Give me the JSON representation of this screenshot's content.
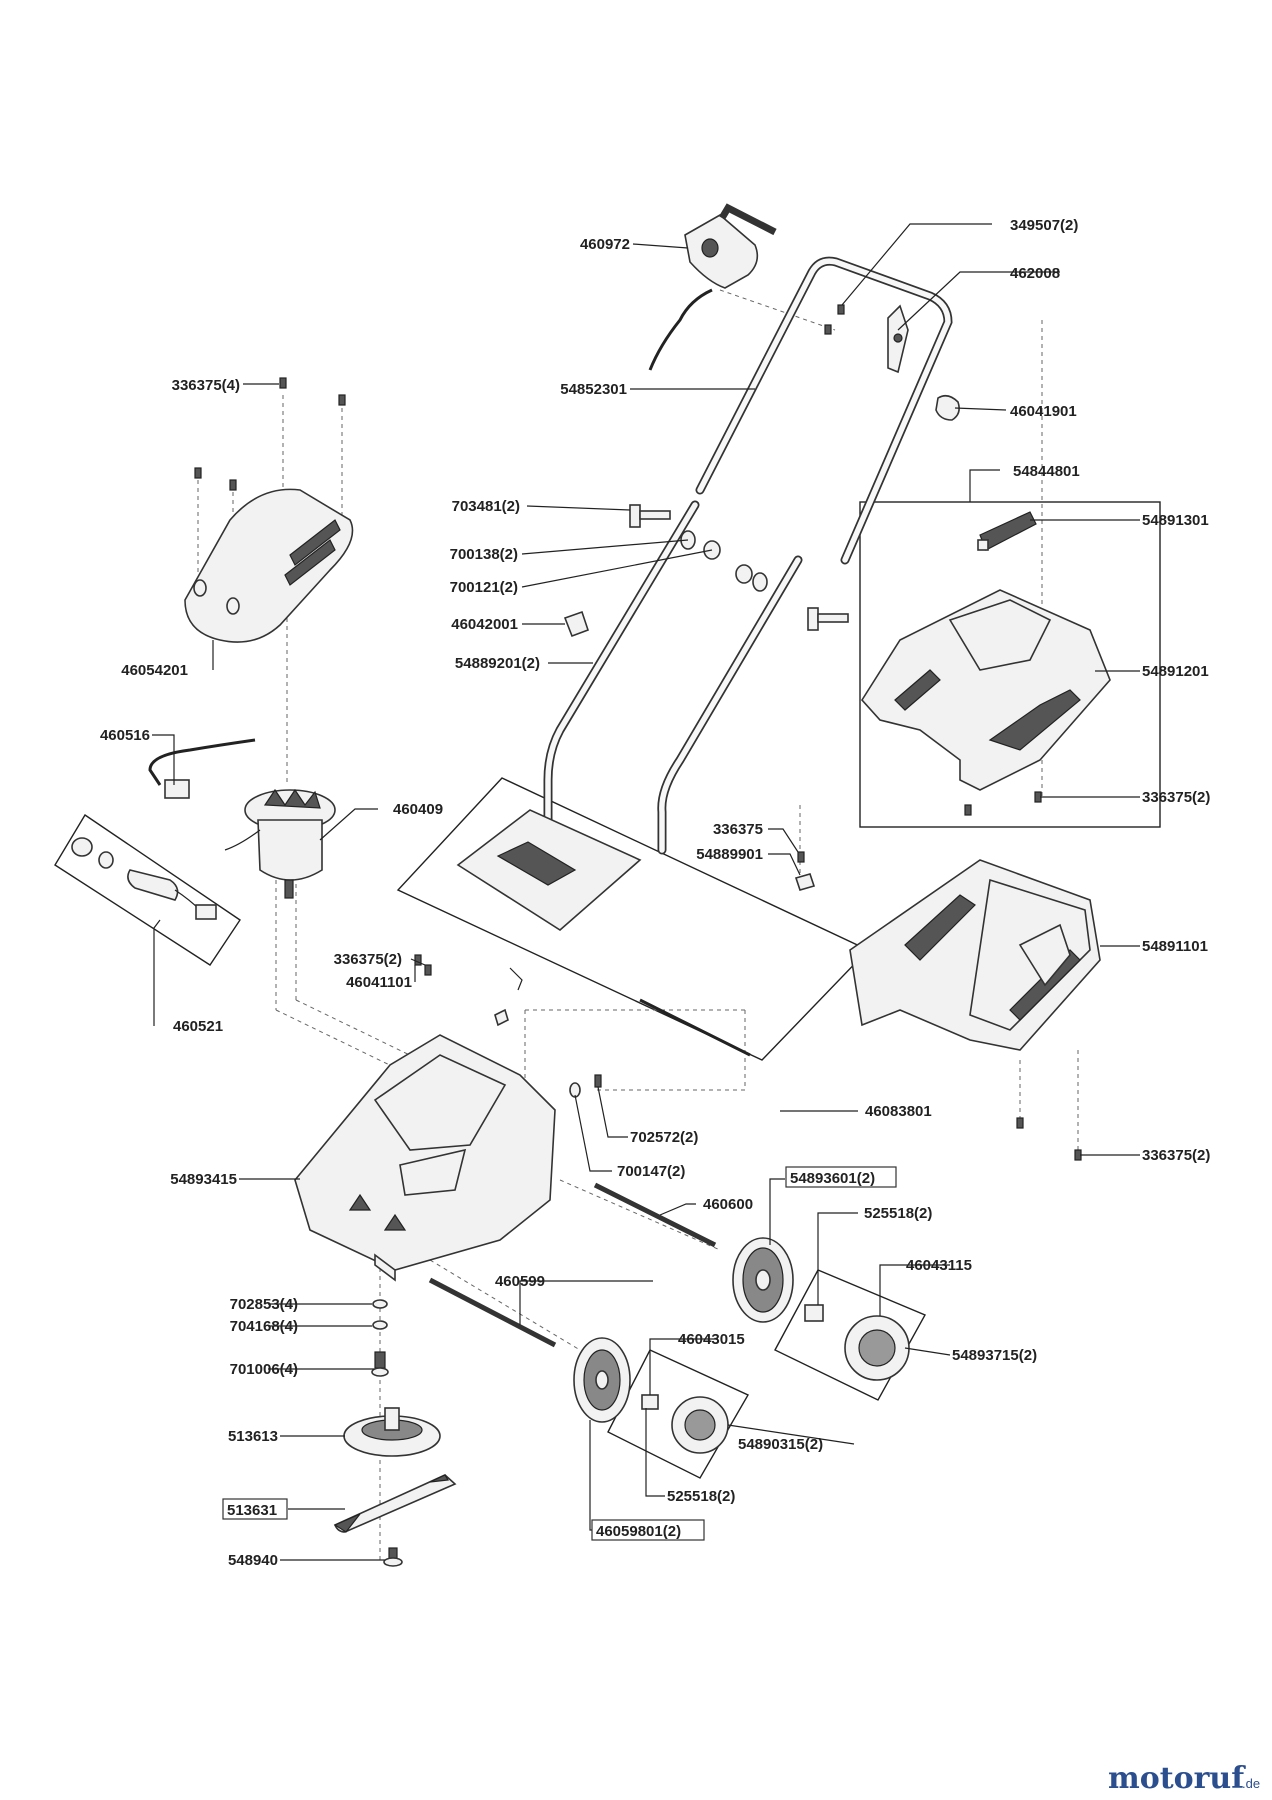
{
  "watermark": {
    "brand": "motoruf",
    "tld": ".de"
  },
  "parts": {
    "p460972": "460972",
    "p349507": "349507(2)",
    "p462008": "462008",
    "p54852301": "54852301",
    "p46041901": "46041901",
    "p336375_4": "336375(4)",
    "p54844801": "54844801",
    "p54891301": "54891301",
    "p703481": "703481(2)",
    "p700138": "700138(2)",
    "p700121": "700121(2)",
    "p46042001": "46042001",
    "p54889201": "54889201(2)",
    "p46054201": "46054201",
    "p54891201": "54891201",
    "p460516": "460516",
    "p336375_2a": "336375(2)",
    "p460409": "460409",
    "p336375": "336375",
    "p54889901": "54889901",
    "p54891101": "54891101",
    "p336375_2b": "336375(2)",
    "p46041101": "46041101",
    "p460521": "460521",
    "p46083801": "46083801",
    "p702572": "702572(2)",
    "p336375_2c": "336375(2)",
    "p700147": "700147(2)",
    "p54893415": "54893415",
    "p54893601": "54893601(2)",
    "p460600": "460600",
    "p525518_a": "525518(2)",
    "p46043115": "46043115",
    "p460599": "460599",
    "p702853": "702853(4)",
    "p704168": "704168(4)",
    "p54893715": "54893715(2)",
    "p46043015": "46043015",
    "p701006": "701006(4)",
    "p513613": "513613",
    "p54890315": "54890315(2)",
    "p513631": "513631",
    "p525518_b": "525518(2)",
    "p46059801": "46059801(2)",
    "p548940": "548940"
  }
}
